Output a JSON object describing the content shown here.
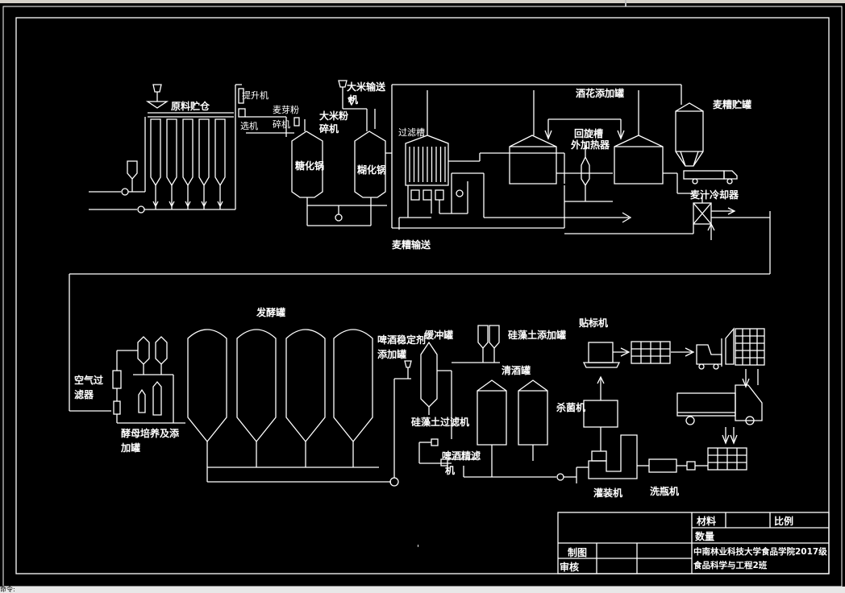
{
  "labels": {
    "raw_silo": "原料贮仓",
    "lift_machine": "提升机",
    "cleaning_machine": "选机",
    "malt_mill": "麦芽粉",
    "mill_machine": "碎机",
    "rice_elevator": "大米输送",
    "rice_elevator_b": "机",
    "rice_mill": "大米粉",
    "rice_mill_b": "碎机",
    "saccharification_pot": "糖化锅",
    "gelatinization_pot": "糊化锅",
    "lauter_tun": "过滤槽",
    "hop_adding": "酒花添加罐",
    "whirlpool": "回旋槽",
    "external_heater": "外加热器",
    "spent_grain_tank": "麦糟贮罐",
    "wort_cooler": "麦汁冷却器",
    "spent_grain_transport": "麦糟输送",
    "fermentation_tank": "发酵罐",
    "stabilizer_adding": "啤酒稳定剂",
    "stabilizer_adding_b": "添加罐",
    "buffer_tank": "缓冲罐",
    "diatomite_adding": "硅藻土添加罐",
    "labeling_machine": "贴标机",
    "air_filter": "空气过",
    "air_filter_b": "滤器",
    "bright_beer_tank": "清酒罐",
    "sterilizer": "杀菌机",
    "diatomite_filter": "硅藻土过滤机",
    "yeast_culture": "酵母培养及添",
    "yeast_culture_b": "加罐",
    "beer_fine_filter": "啤酒精滤",
    "beer_fine_filter_b": "机",
    "filling_machine": "灌装机",
    "bottle_washer": "洗瓶机",
    "stray_char": "'"
  },
  "title_block": {
    "material": "材料",
    "scale": "比例",
    "quantity": "数量",
    "school": "中南林业科技大学食品学院2017级",
    "class": "食品科学与工程2班",
    "drawn": "制图",
    "checked": "审核"
  },
  "status": {
    "command_line": "命令:"
  },
  "colors": {
    "background": "#000000",
    "line": "#ffffff"
  }
}
